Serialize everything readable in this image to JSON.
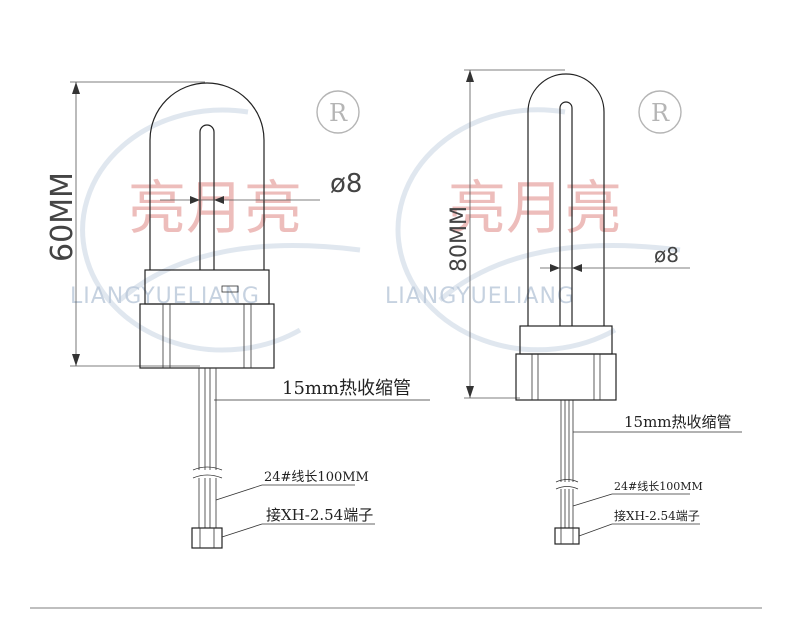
{
  "watermark": {
    "brand": "亮月亮",
    "romanized": "LIANGYUELIANG",
    "registered_mark": "R"
  },
  "left_lamp": {
    "height_label": "60MM",
    "diameter_label": "ø8",
    "tube_label": "15mm热收缩管",
    "wire_label": "24#线长100MM",
    "connector_label": "接XH-2.54端子"
  },
  "right_lamp": {
    "height_label": "80MM",
    "diameter_label": "ø8",
    "tube_label": "15mm热收缩管",
    "wire_label": "24#线长100MM",
    "connector_label": "接XH-2.54端子"
  }
}
